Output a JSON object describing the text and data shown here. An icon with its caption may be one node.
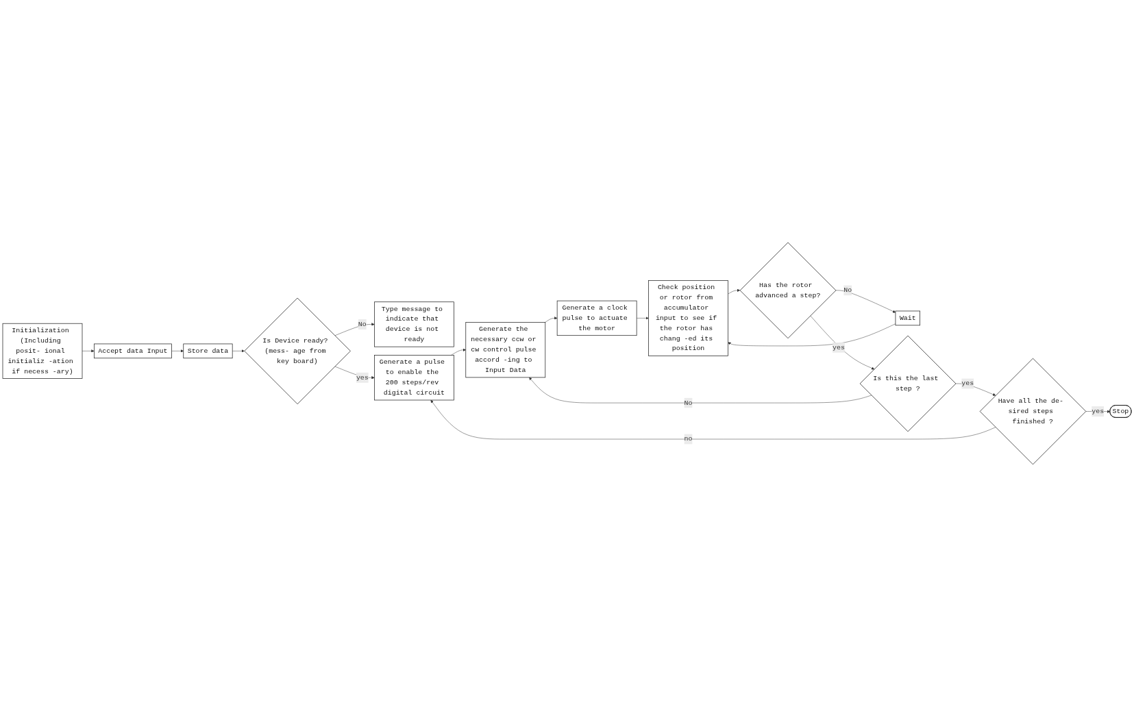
{
  "diagram": {
    "nodes": [
      {
        "text": [
          "Initialization (Including posit- ional initializ -ation if necess -ary)"
        ]
      },
      {
        "text": [
          "Accept data Input"
        ]
      },
      {
        "text": [
          "Store data"
        ]
      },
      {
        "text": [
          "Is Device ready? (mess- age from key board)"
        ]
      },
      {
        "text": [
          "Type message to indicate that device is not ready"
        ]
      },
      {
        "text": [
          "Generate a pulse to enable the 200 steps/rev digital circuit"
        ]
      },
      {
        "text": [
          "Generate the necessary ccw or cw control pulse accord -ing to Input Data"
        ]
      },
      {
        "text": [
          "Generate a clock pulse to actuate the motor"
        ]
      },
      {
        "text": [
          "Check position or rotor from accumulator input to see if the rotor has chang -ed its position"
        ]
      },
      {
        "text": [
          "Wait"
        ]
      },
      {
        "text": [
          "Has the rotor advanced a step?"
        ]
      },
      {
        "text": [
          "Is this the last step ?"
        ]
      },
      {
        "text": [
          "Have all the de- sired steps finished ?"
        ]
      },
      {
        "text": [
          "Stop"
        ]
      }
    ],
    "edges": [
      {
        "from": 0,
        "to": 1,
        "arrow": "to"
      },
      {
        "from": 1,
        "to": 2,
        "arrow": "to"
      },
      {
        "from": 2,
        "to": 3,
        "arrow": "to"
      },
      {
        "from": 3,
        "to": 5,
        "arrow": "to",
        "label": "yes"
      },
      {
        "from": 3,
        "to": 4,
        "arrow": "to",
        "label": "No"
      },
      {
        "from": 5,
        "to": 6,
        "arrow": "to"
      },
      {
        "from": 6,
        "to": 7,
        "arrow": "to"
      },
      {
        "from": 7,
        "to": 8,
        "arrow": "to"
      },
      {
        "from": 8,
        "to": 10,
        "arrow": "to"
      },
      {
        "from": 10,
        "to": 9,
        "arrow": "to",
        "label": "No"
      },
      {
        "from": 9,
        "to": 8,
        "arrow": "to"
      },
      {
        "from": 10,
        "to": 11,
        "arrow": "to",
        "label": "yes"
      },
      {
        "from": 11,
        "to": 6,
        "arrow": "to",
        "label": "No"
      },
      {
        "from": 11,
        "to": 12,
        "arrow": "to",
        "label": "yes"
      },
      {
        "from": 12,
        "to": 5,
        "arrow": "to",
        "label": "no"
      },
      {
        "from": 12,
        "to": 13,
        "arrow": "to",
        "label": "yes"
      }
    ]
  }
}
